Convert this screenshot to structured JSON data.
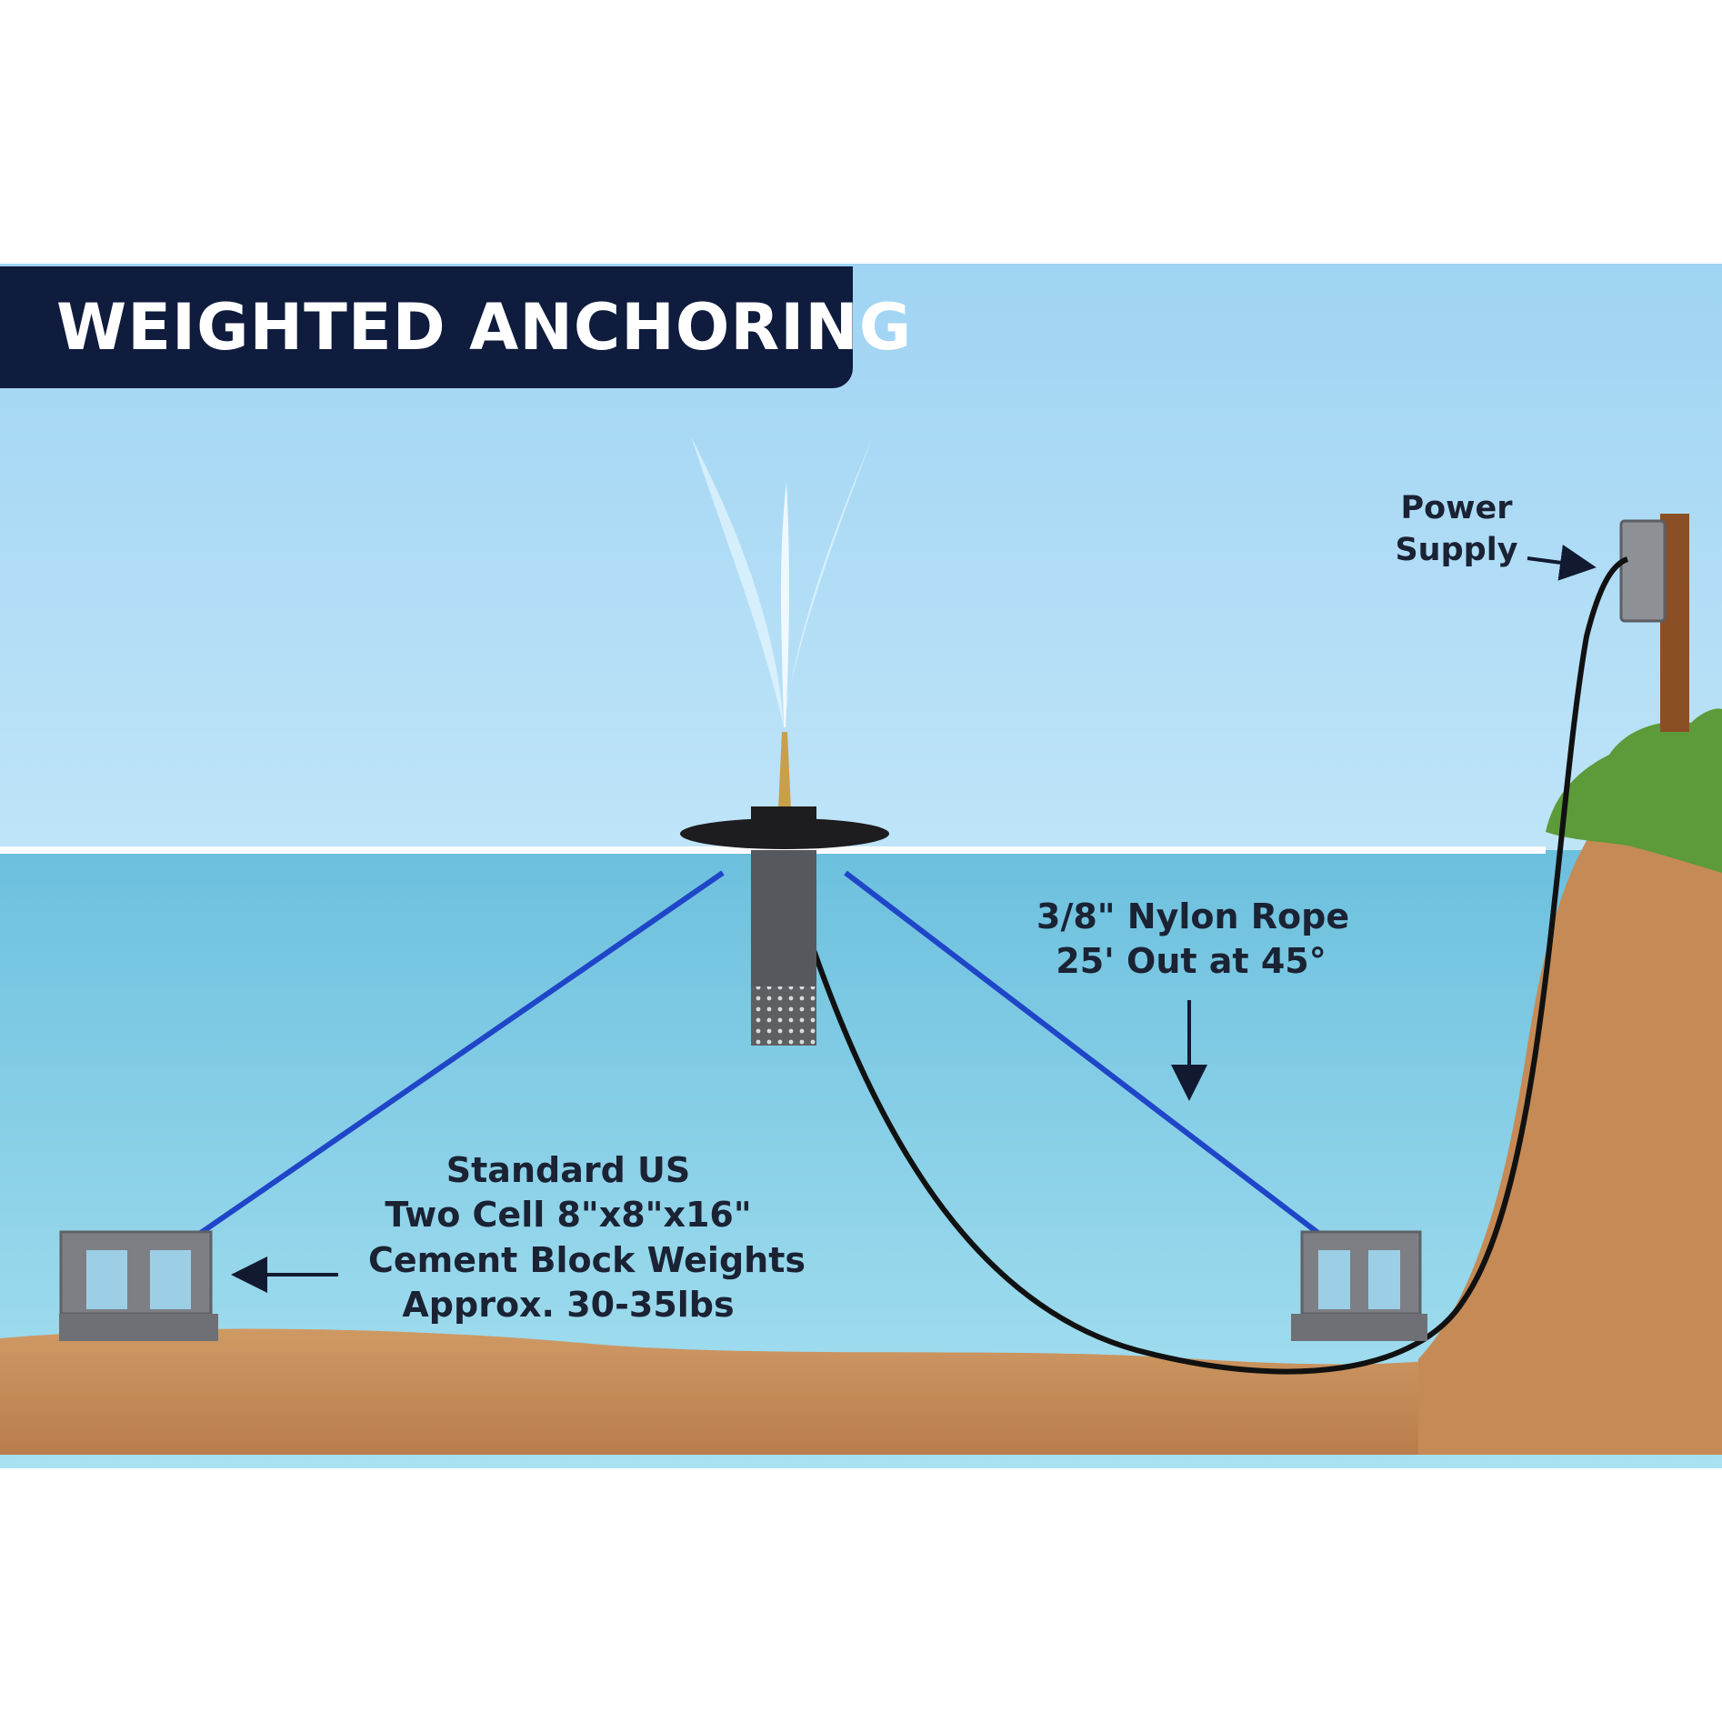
{
  "title": "WEIGHTED ANCHORING",
  "labels": {
    "power_supply": [
      "Power",
      "Supply"
    ],
    "rope": [
      "3/8\" Nylon Rope",
      "25' Out at 45°"
    ],
    "blocks": [
      "Standard US",
      "Two Cell 8\"x8\"x16\"",
      "Cement Block Weights",
      "Approx. 30-35lbs"
    ]
  },
  "colors": {
    "banner": "#0f1c3d",
    "sky": "#a9d8f5",
    "water": "#7fcbe4",
    "sand": "#c9905c",
    "rope": "#1f46c8",
    "cable": "#111111",
    "block": "#7d7f84",
    "grass": "#5c9a3a",
    "post": "#8a4f24"
  },
  "icons": [
    "fountain-spray-icon",
    "aerator-float-icon",
    "cement-block-icon",
    "power-box-icon",
    "arrow-icon"
  ]
}
